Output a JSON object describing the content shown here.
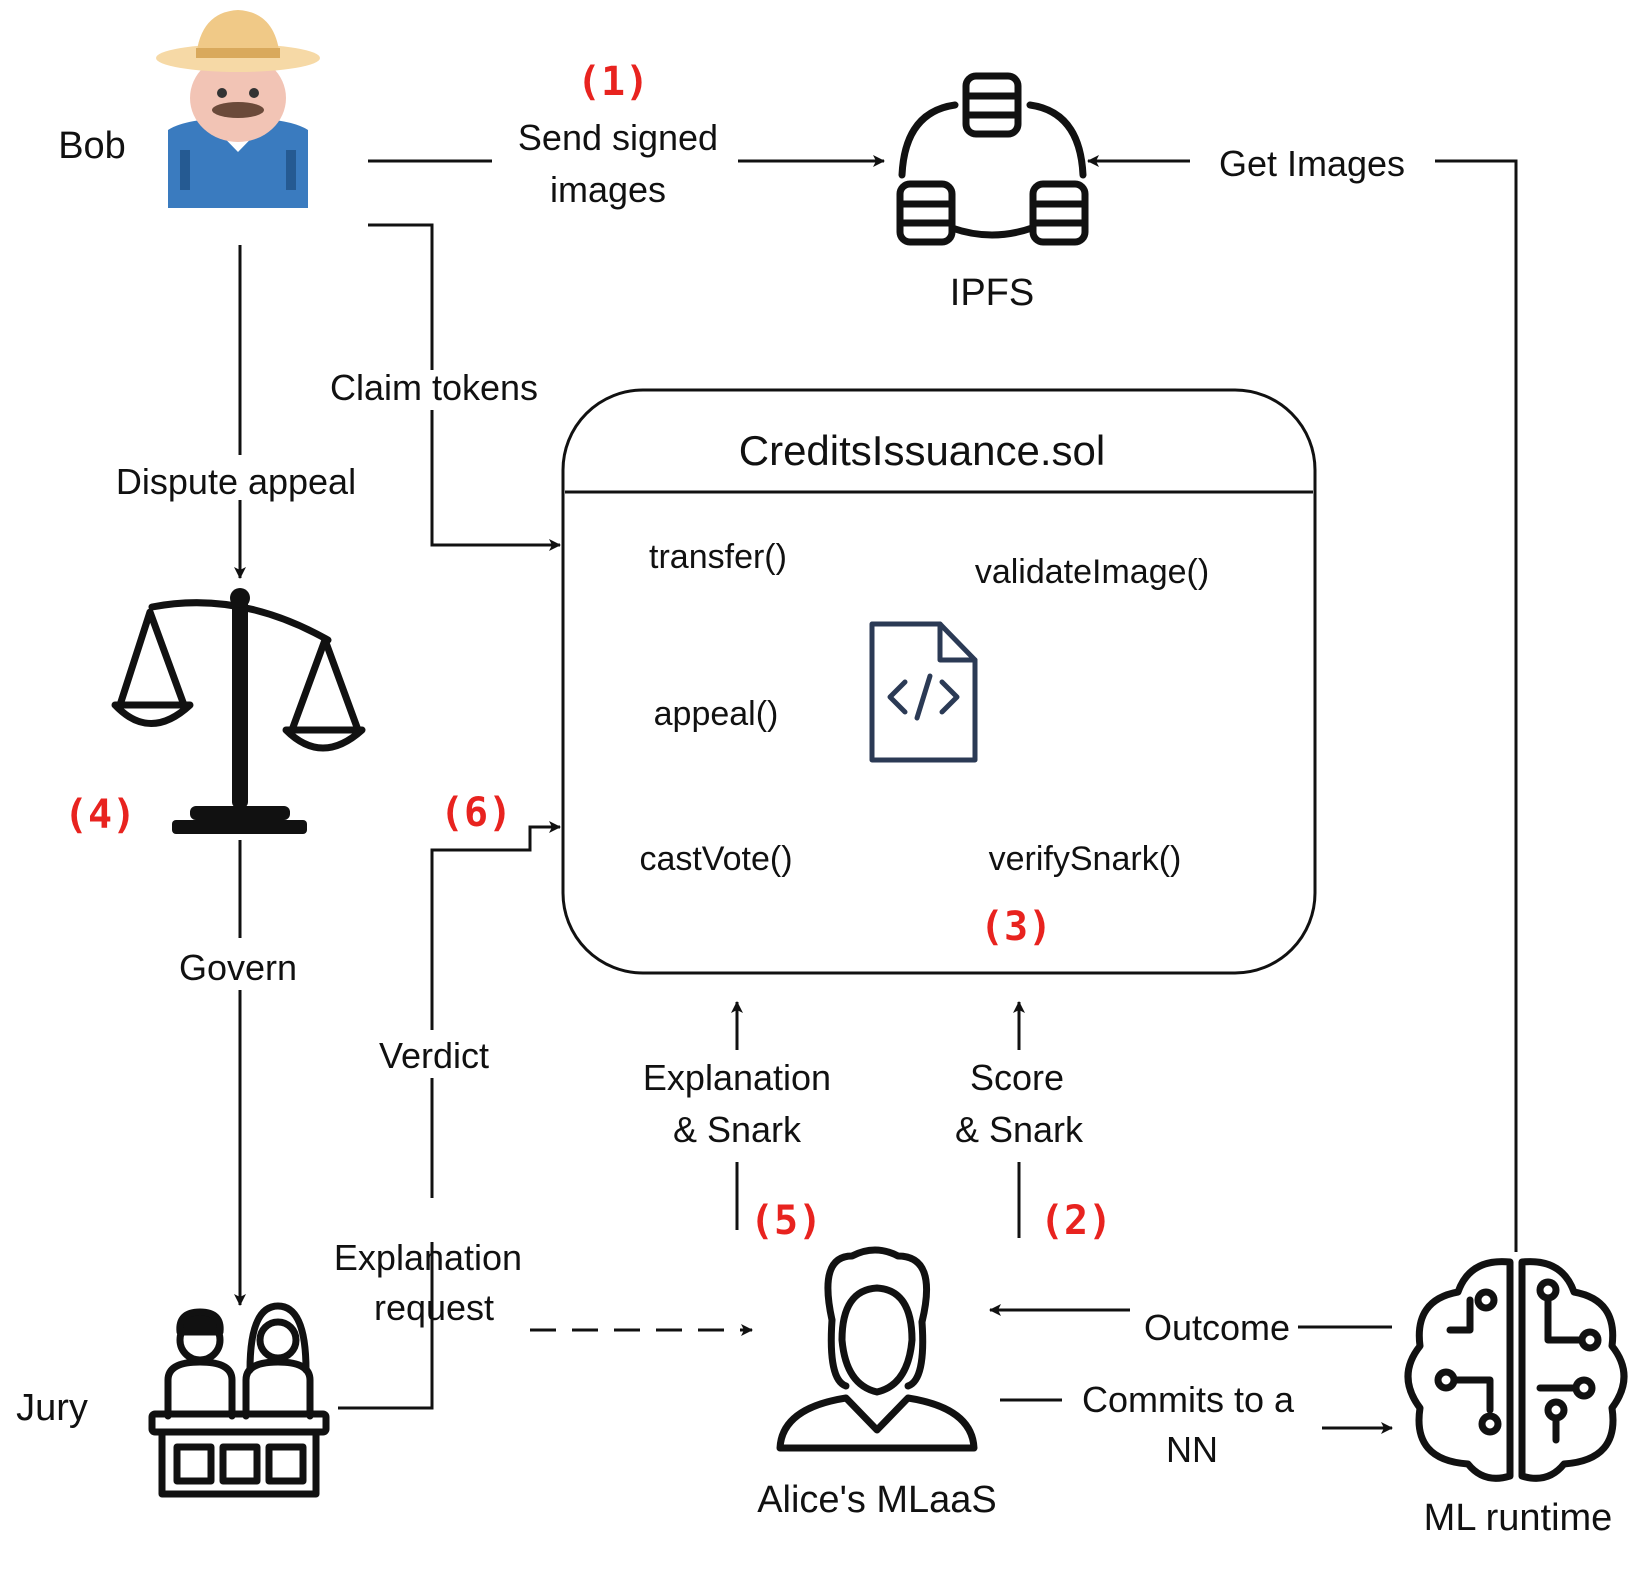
{
  "colors": {
    "step": "#e8231f",
    "ink": "#111111",
    "file_icon": "#2b3a55"
  },
  "actors": {
    "bob": "Bob",
    "ipfs": "IPFS",
    "jury": "Jury",
    "alice": "Alice's MLaaS",
    "ml_runtime": "ML runtime"
  },
  "contract": {
    "title": "CreditsIssuance.sol",
    "functions": {
      "transfer": "transfer()",
      "validate_image": "validateImage()",
      "appeal": "appeal()",
      "cast_vote": "castVote()",
      "verify_snark": "verifySnark()"
    }
  },
  "edges": {
    "send_signed_images": [
      "Send signed",
      "images"
    ],
    "get_images": "Get Images",
    "claim_tokens": "Claim tokens",
    "dispute_appeal": "Dispute appeal",
    "govern": "Govern",
    "verdict": "Verdict",
    "explanation_request": [
      "Explanation",
      "request"
    ],
    "explanation_snark": [
      "Explanation",
      "& Snark"
    ],
    "score_snark": [
      "Score",
      "& Snark"
    ],
    "outcome": "Outcome",
    "commits_nn": [
      "Commits to a",
      "NN"
    ]
  },
  "steps": {
    "s1": "(1)",
    "s2": "(2)",
    "s3": "(3)",
    "s4": "(4)",
    "s5": "(5)",
    "s6": "(6)"
  },
  "icons": [
    "farmer-icon",
    "database-network-icon",
    "scales-of-justice-icon",
    "code-file-icon",
    "jury-icon",
    "woman-icon",
    "brain-circuit-icon"
  ]
}
